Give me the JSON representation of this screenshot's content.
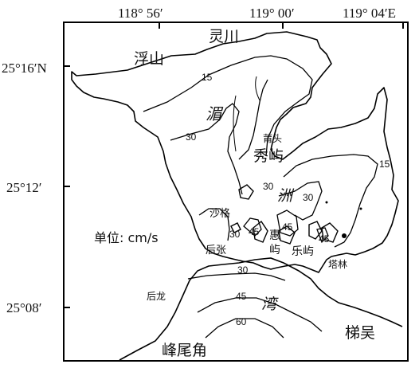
{
  "map": {
    "longitude_ticks": [
      "118° 56′",
      "119° 00′",
      "119° 04′E"
    ],
    "latitude_ticks": [
      "25°16′N",
      "25°12′",
      "25°08′"
    ],
    "unit_label": "单位: cm/s",
    "places": {
      "lingchuan": "灵川",
      "fushan": "浮山",
      "mei": "湄",
      "xiutou": "莆头",
      "xiuyu": "秀屿",
      "zhou": "洲",
      "shage": "沙格",
      "houzhang": "后张",
      "hui": "惠",
      "yu": "屿",
      "leyu": "乐屿",
      "talin": "塔林",
      "houlong": "后龙",
      "wan": "湾",
      "fengweijiao": "峰尾角",
      "tiwu": "梯吴"
    },
    "contour_values": {
      "c15_north": "15",
      "c15_east": "15",
      "c30_west": "30",
      "c30_mid": "30",
      "c30_right": "30",
      "c30_shage": "30",
      "c45_a": "45",
      "c45_b": "45",
      "c45_c": "45",
      "c30_south": "30",
      "c45_south": "45",
      "c60_south": "60"
    }
  }
}
